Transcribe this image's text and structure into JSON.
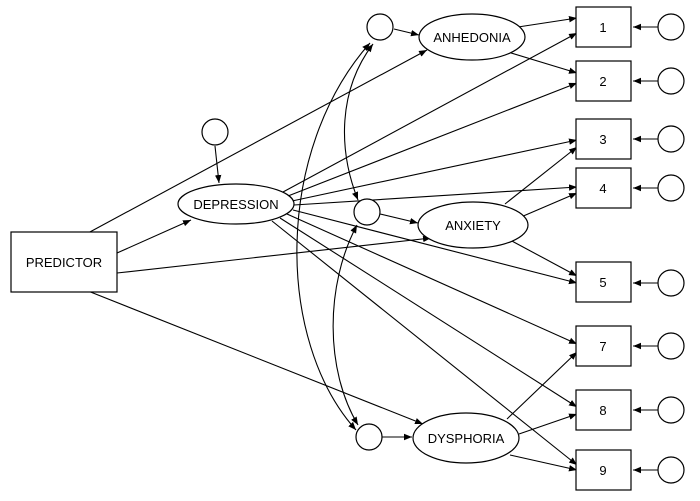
{
  "diagram": {
    "predictor": "PREDICTOR",
    "general_factor": "DEPRESSION",
    "specific_factors": [
      "ANHEDONIA",
      "ANXIETY",
      "DYSPHORIA"
    ],
    "indicators": [
      "1",
      "2",
      "3",
      "4",
      "5",
      "7",
      "8",
      "9"
    ]
  }
}
